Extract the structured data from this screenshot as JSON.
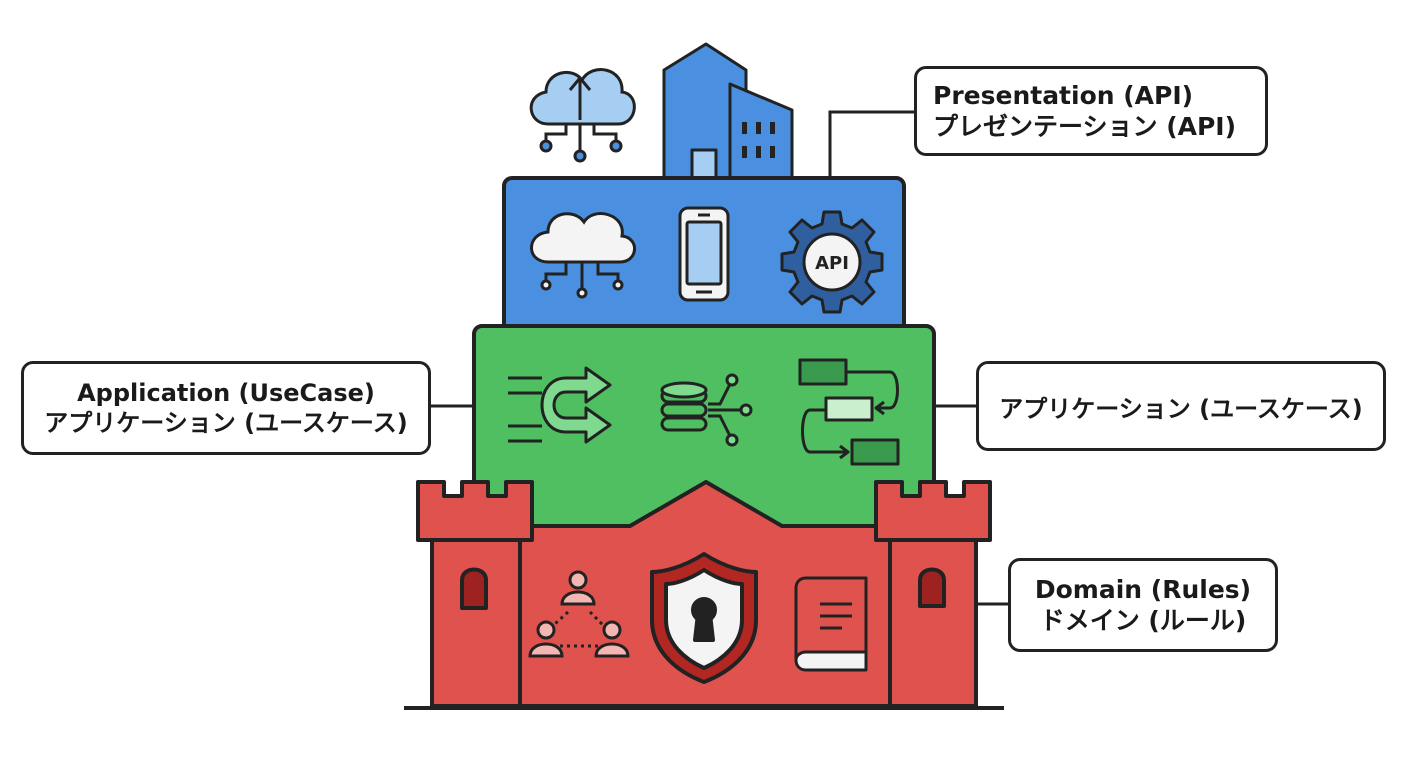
{
  "labels": {
    "presentation": {
      "en": "Presentation (API)",
      "ja": "プレゼンテーション (API)"
    },
    "application_left": {
      "en": "Application (UseCase)",
      "ja": "アプリケーション (ユースケース)"
    },
    "application_right": {
      "ja": "アプリケーション (ユースケース)"
    },
    "domain": {
      "en": "Domain (Rules)",
      "ja": "ドメイン (ルール)"
    }
  },
  "icons": {
    "api_gear": "API"
  },
  "colors": {
    "presentation_layer": "#4a8fe0",
    "application_layer": "#4fbf62",
    "domain_layer": "#e0524d",
    "outline": "#222222"
  }
}
